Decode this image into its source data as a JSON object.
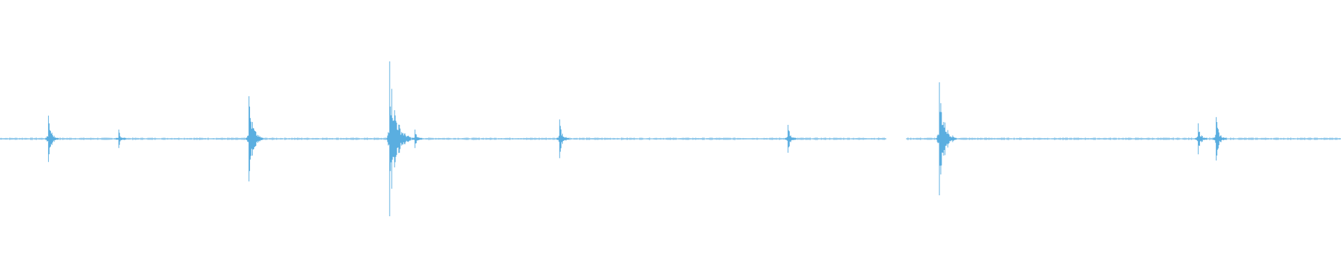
{
  "waveform": {
    "color": "#5aaee0",
    "peaks": [
      {
        "time_s": 0.73,
        "amplitude": 0.3
      },
      {
        "time_s": 1.79,
        "amplitude": 0.12
      },
      {
        "time_s": 3.75,
        "amplitude": 0.55
      },
      {
        "time_s": 5.87,
        "amplitude": 1.0
      },
      {
        "time_s": 6.25,
        "amplitude": 0.12
      },
      {
        "time_s": 8.43,
        "amplitude": 0.25
      },
      {
        "time_s": 11.87,
        "amplitude": 0.18
      },
      {
        "time_s": 14.15,
        "amplitude": 0.73
      },
      {
        "time_s": 18.05,
        "amplitude": 0.2
      },
      {
        "time_s": 18.32,
        "amplitude": 0.28
      }
    ],
    "silent_gaps": [
      {
        "start_s": 13.35,
        "end_s": 13.65
      }
    ],
    "duration_s": 20.2
  }
}
